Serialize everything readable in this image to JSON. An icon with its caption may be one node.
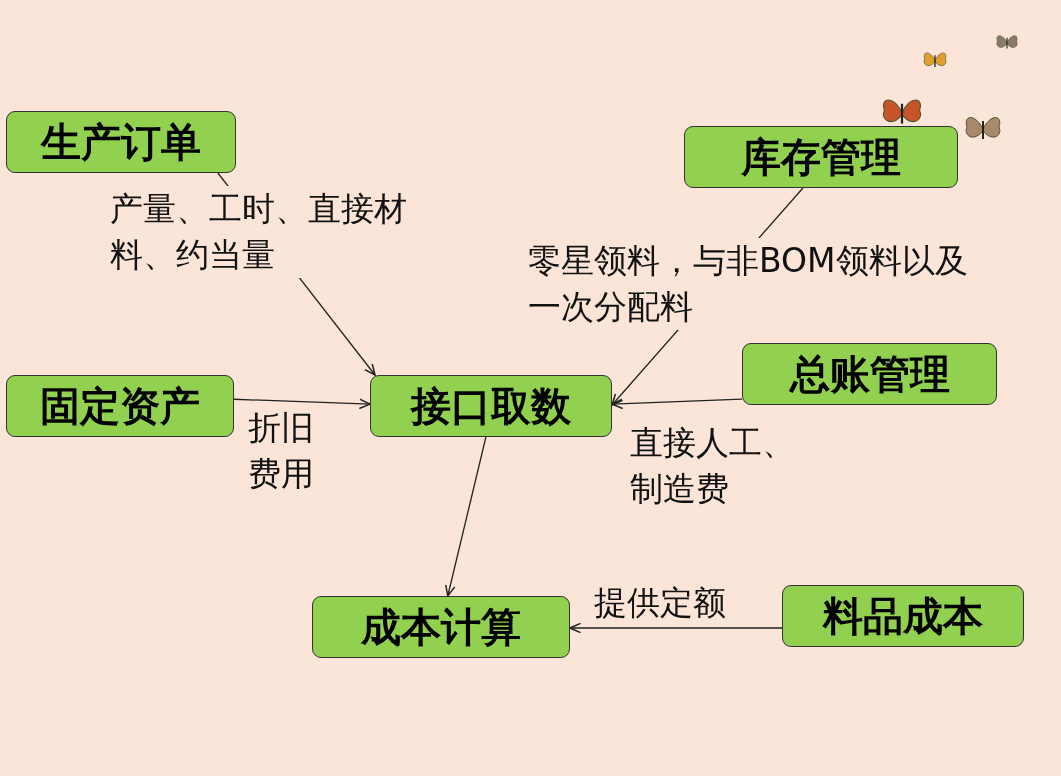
{
  "diagram": {
    "nodes": [
      {
        "text": [
          "生产订单"
        ]
      },
      {
        "text": [
          "库存管理"
        ]
      },
      {
        "text": [
          "固定资产"
        ]
      },
      {
        "text": [
          "接口取数"
        ]
      },
      {
        "text": [
          "总账管理"
        ]
      },
      {
        "text": [
          "成本计算"
        ]
      },
      {
        "text": [
          "料品成本"
        ]
      }
    ],
    "edges": [
      {
        "from": 0,
        "to": 3,
        "arrow": "to",
        "label": "产量、工时、直接材料、约当量"
      },
      {
        "from": 1,
        "to": 3,
        "arrow": "to",
        "label": "零星领料，与非BOM领料以及一次分配料"
      },
      {
        "from": 2,
        "to": 3,
        "arrow": "to",
        "label": "折旧费用"
      },
      {
        "from": 4,
        "to": 3,
        "arrow": "to",
        "label": "直接人工、制造费"
      },
      {
        "from": 3,
        "to": 5,
        "arrow": "to"
      },
      {
        "from": 6,
        "to": 5,
        "arrow": "to",
        "label": "提供定额"
      }
    ]
  }
}
